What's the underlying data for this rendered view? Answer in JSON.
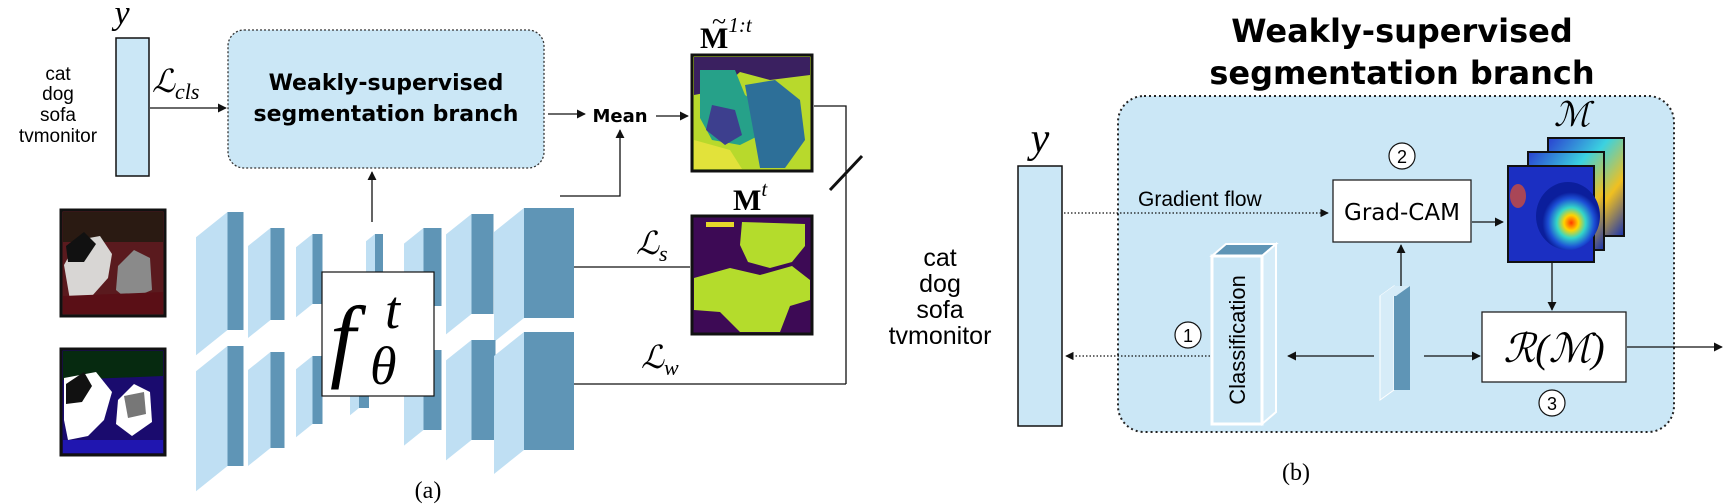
{
  "panel_a": {
    "caption": "(a)",
    "label_y": "y",
    "class_list": [
      "cat",
      "dog",
      "sofa",
      "tvmonitor"
    ],
    "loss_cls": {
      "script": "ℒ",
      "sub": "cls"
    },
    "branch_title": [
      "Weakly-supervised",
      "segmentation branch"
    ],
    "mean_label": "Mean",
    "pseudo_mask": {
      "base": "M",
      "tilde": "~",
      "sup": "1:t"
    },
    "gt_mask": {
      "base": "M",
      "sup": "t"
    },
    "loss_s": {
      "script": "ℒ",
      "sub": "s"
    },
    "loss_w": {
      "script": "ℒ",
      "sub": "w"
    },
    "model": {
      "base": "f",
      "sup": "t",
      "sub": "θ"
    }
  },
  "panel_b": {
    "caption": "(b)",
    "title": [
      "Weakly-supervised",
      "segmentation branch"
    ],
    "label_y": "y",
    "class_list": [
      "cat",
      "dog",
      "sofa",
      "tvmonitor"
    ],
    "gradient_flow": "Gradient flow",
    "gradcam_label": "Grad-CAM",
    "maps_label": "ℳ",
    "classification_label": "Classification",
    "regularizer": "ℛ(ℳ)",
    "steps": [
      "1",
      "2",
      "3"
    ]
  },
  "colors": {
    "light_blue": "#cbe7f6",
    "block_front": "#5f95b6",
    "block_top": "#d6ecf8",
    "block_side": "#bfdff3",
    "mask_purple": "#3d0a55",
    "mask_yellow": "#b4dc2c"
  }
}
